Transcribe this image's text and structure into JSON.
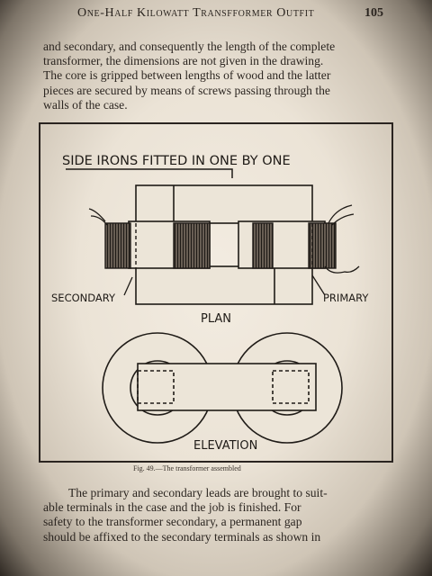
{
  "header": {
    "running_title": "One-Half Kilowatt Transfformer Outfit",
    "page_number": "105"
  },
  "paragraph_top": [
    "and secondary, and consequently the length of the complete",
    "transformer, the dimensions are not given in the drawing.",
    "The core is gripped between lengths of wood and the latter",
    "pieces are secured by means of screws passing through the",
    "walls of the case."
  ],
  "figure": {
    "label_side_irons": "SIDE IRONS FITTED IN ONE BY ONE",
    "label_secondary": "SECONDARY",
    "label_primary": "PRIMARY",
    "label_plan": "PLAN",
    "label_elevation": "ELEVATION",
    "caption": "Fig. 49.—The transformer assembled"
  },
  "paragraph_bottom": [
    "The primary and secondary leads are brought to suit-",
    "able terminals in the case and the job is finished.  For",
    "safety to the transformer secondary, a permanent gap",
    "should be affixed to the secondary terminals as shown in"
  ]
}
